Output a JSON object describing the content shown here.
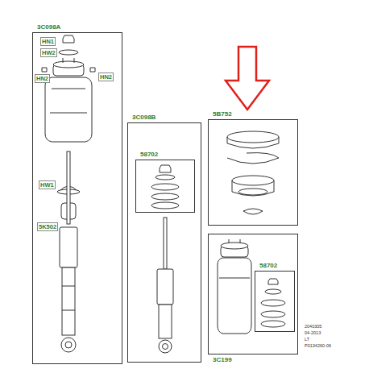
{
  "diagram": {
    "nodes": [
      {
        "text": [
          "3C098A"
        ]
      },
      {
        "text": [
          "3C098B"
        ]
      },
      {
        "text": [
          "58702"
        ],
        "in": 1
      },
      {
        "text": [
          "5B752"
        ]
      },
      {
        "text": [
          "3C199"
        ]
      },
      {
        "text": [
          "58702"
        ],
        "in": 4
      }
    ],
    "labels": [
      "HN1",
      "HW2",
      "HN2",
      "HN2",
      "HW1",
      "5K502",
      "2040305",
      "04-2013",
      "LT",
      "P0134260-06"
    ]
  }
}
